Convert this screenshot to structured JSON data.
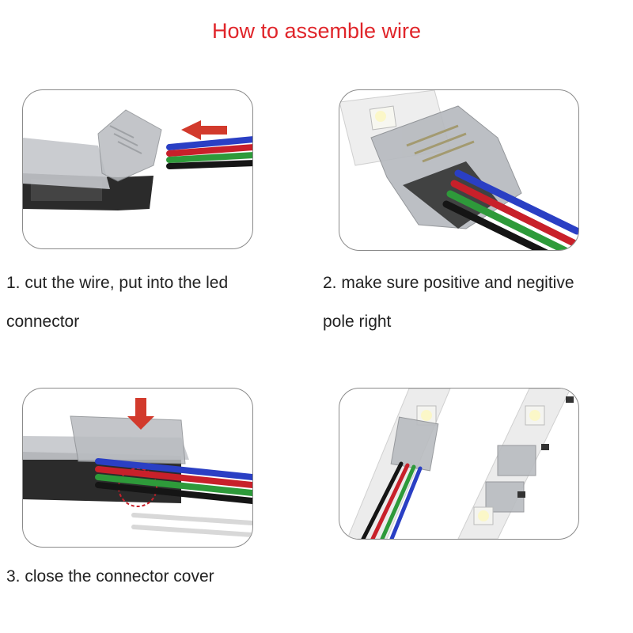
{
  "title": "How to assemble wire",
  "colors": {
    "title": "#e0252a",
    "arrow": "#d23a2c",
    "wire_blue": "#2a3fc4",
    "wire_red": "#c8202a",
    "wire_green": "#2e9a3a",
    "wire_black": "#151515",
    "connector_dark": "#2b2b2b",
    "connector_clear": "#b9bcc0"
  },
  "steps": [
    {
      "caption_line1": "1. cut the wire, put into the led",
      "caption_line2": "connector",
      "image": "connector-open-wires-inserting"
    },
    {
      "caption_line1": "2. make sure positive and negitive",
      "caption_line2": "pole right",
      "image": "connector-on-strip-wires-aligned"
    },
    {
      "caption_line1": "3. close the connector cover",
      "caption_line2": "",
      "image": "connector-cover-pressing"
    },
    {
      "caption_line1": "",
      "caption_line2": "",
      "image": "two-strips-connected"
    }
  ]
}
